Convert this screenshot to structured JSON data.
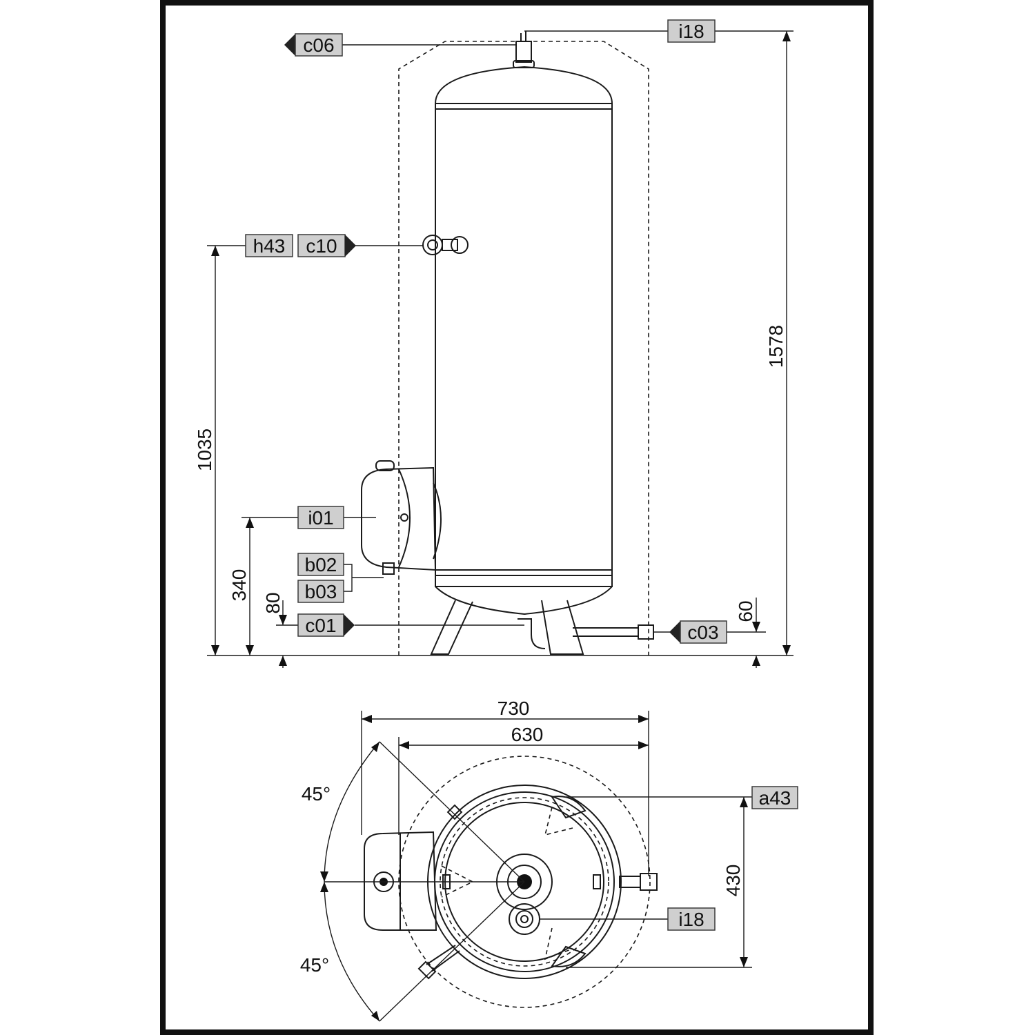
{
  "labels": {
    "i18_top": "i18",
    "c06": "c06",
    "h43": "h43",
    "c10": "c10",
    "i01": "i01",
    "b02": "b02",
    "b03": "b03",
    "c01": "c01",
    "c03": "c03",
    "a43": "a43",
    "i18_plan": "i18"
  },
  "dimensions": {
    "height_total": "1578",
    "height_h43": "1035",
    "height_i01": "340",
    "height_c01": "80",
    "height_c03": "60",
    "width_outer": "730",
    "width_inner": "630",
    "depth_a43": "430",
    "angle_upper": "45°",
    "angle_lower": "45°"
  }
}
